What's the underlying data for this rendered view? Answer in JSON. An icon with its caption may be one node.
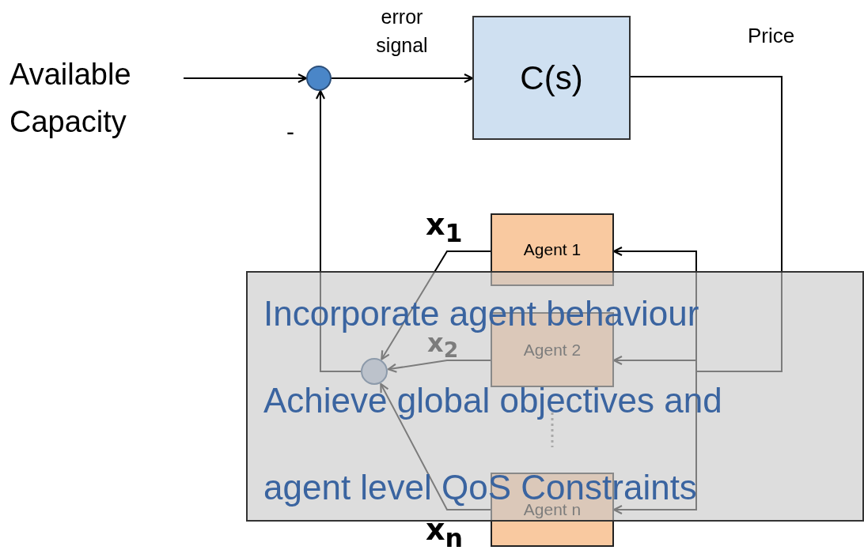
{
  "diagram": {
    "nodes": [
      {
        "text": [
          "Available Capacity"
        ]
      },
      {
        "text": [],
        "shape": "circle"
      },
      {
        "text": [
          "C(s)"
        ]
      },
      {
        "text": [
          "Agent 1"
        ]
      },
      {
        "text": [
          "Agent 2"
        ]
      },
      {
        "text": [
          "Agent n"
        ]
      },
      {
        "text": [],
        "shape": "circle"
      }
    ],
    "edges": [
      {
        "from": 0,
        "to": 1,
        "arrow": "to"
      },
      {
        "from": 1,
        "to": 2,
        "arrow": "to",
        "label": "error signal"
      },
      {
        "from": 2,
        "to": 3,
        "arrow": "to"
      },
      {
        "from": 2,
        "to": 4,
        "arrow": "to"
      },
      {
        "from": 2,
        "to": 5,
        "arrow": "to"
      },
      {
        "from": 3,
        "to": 6,
        "arrow": "to"
      },
      {
        "from": 4,
        "to": 6,
        "arrow": "to"
      },
      {
        "from": 5,
        "to": 6,
        "arrow": "to"
      },
      {
        "from": 6,
        "to": 1,
        "arrow": "to"
      }
    ],
    "labels": [
      "Price",
      "-",
      "x$_{1}$",
      "x$_{2}$",
      "x$_{n}$",
      "Incorporate agent behaviour",
      "Achieve global objectives and agent level QoS Constraints"
    ]
  }
}
